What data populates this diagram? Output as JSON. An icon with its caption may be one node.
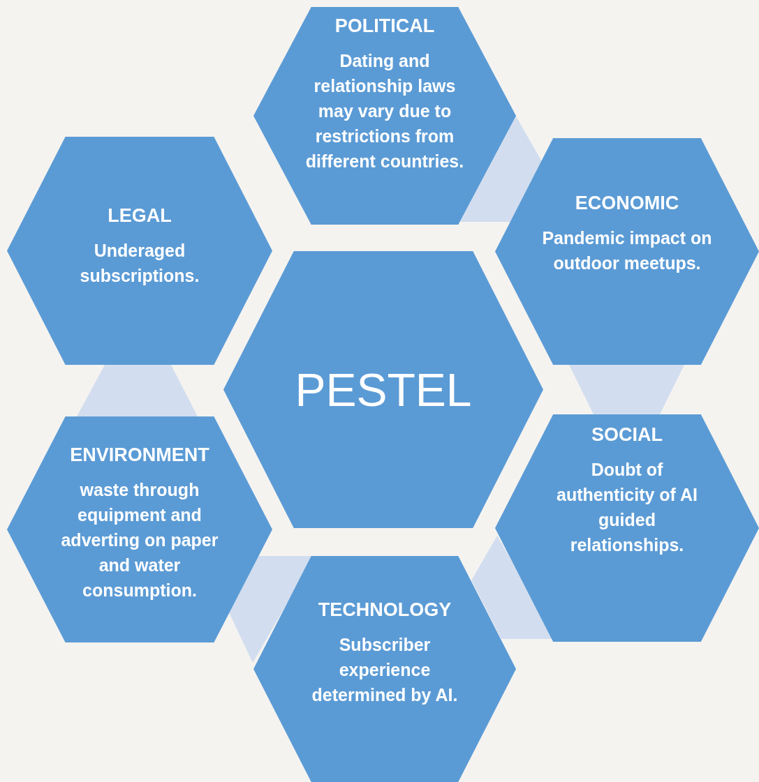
{
  "diagram": {
    "nodes": [
      {
        "text": [
          "PESTEL"
        ]
      },
      {
        "text": [
          "POLITICAL",
          "Dating and relationship laws may vary due to restrictions from different countries."
        ]
      },
      {
        "text": [
          "ECONOMIC",
          "Pandemic impact on outdoor meetups."
        ]
      },
      {
        "text": [
          "SOCIAL",
          "Doubt of authenticity of AI guided relationships."
        ]
      },
      {
        "text": [
          "TECHNOLOGY",
          "Subscriber experience determined by AI."
        ]
      },
      {
        "text": [
          "ENVIRONMENT",
          "waste through equipment and adverting on paper and water consumption."
        ]
      },
      {
        "text": [
          "LEGAL",
          "Underaged subscriptions."
        ]
      }
    ],
    "edges": [
      {
        "from": 1,
        "to": 2,
        "arrow": "none"
      },
      {
        "from": 2,
        "to": 3,
        "arrow": "none"
      },
      {
        "from": 3,
        "to": 4,
        "arrow": "none"
      },
      {
        "from": 4,
        "to": 5,
        "arrow": "none"
      },
      {
        "from": 5,
        "to": 6,
        "arrow": "none"
      }
    ]
  }
}
